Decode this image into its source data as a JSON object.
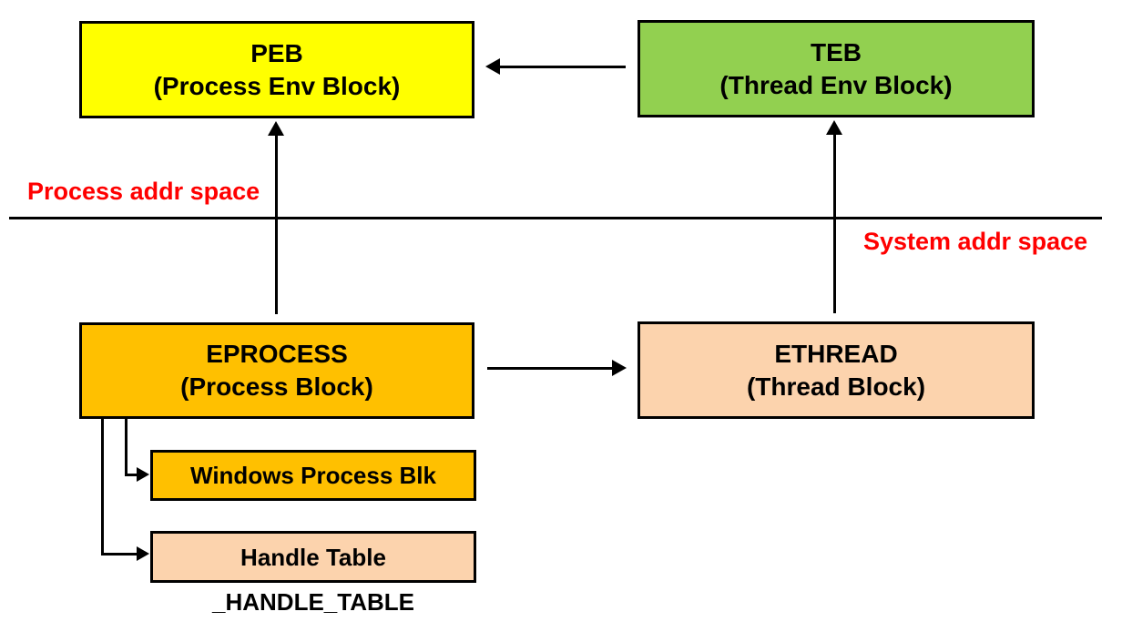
{
  "diagram": {
    "nodes": {
      "peb": {
        "title": "PEB",
        "subtitle": "(Process Env Block)",
        "color": "#FFFF00"
      },
      "teb": {
        "title": "TEB",
        "subtitle": "(Thread Env Block)",
        "color": "#92D050"
      },
      "eprocess": {
        "title": "EPROCESS",
        "subtitle": "(Process Block)",
        "color": "#FFC000"
      },
      "ethread": {
        "title": "ETHREAD",
        "subtitle": "(Thread Block)",
        "color": "#FCD3AD"
      },
      "windows_process_blk": {
        "title": "Windows Process Blk",
        "color": "#FFC000"
      },
      "handle_table": {
        "title": "Handle Table",
        "color": "#FCD3AD"
      }
    },
    "labels": {
      "process_addr_space": "Process addr space",
      "system_addr_space": "System addr space",
      "handle_table_struct": "_HANDLE_TABLE",
      "label_color": "#FF0000"
    },
    "line_color": "#000000"
  }
}
